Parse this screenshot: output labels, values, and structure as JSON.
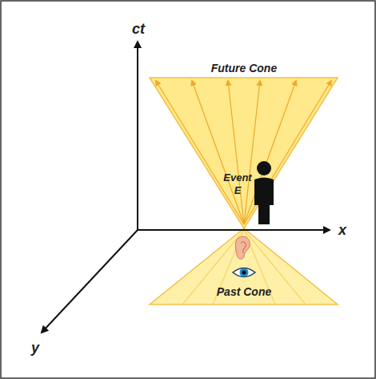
{
  "diagram": {
    "labels": [
      "ct",
      "x",
      "y",
      "Future Cone",
      "Event E",
      "Past Cone"
    ]
  }
}
